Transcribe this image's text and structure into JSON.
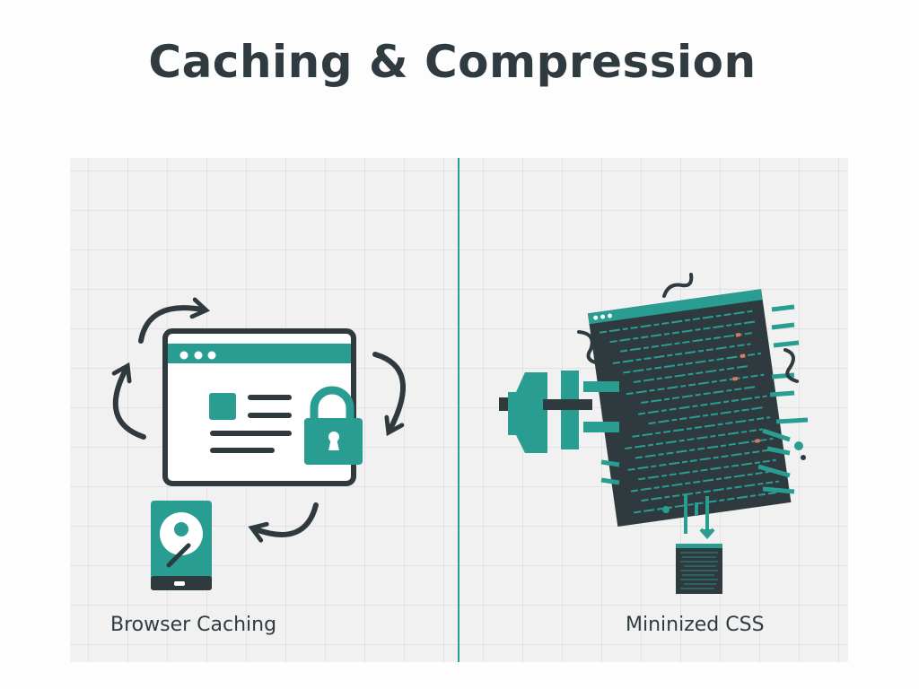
{
  "title": "Caching & Compression",
  "left_panel": {
    "label": "Browser Caching"
  },
  "right_panel": {
    "label": "Mininized CSS"
  },
  "colors": {
    "teal": "#2a9d92",
    "dark": "#2f3a3f",
    "text": "#2f3b40",
    "accent": "#e07a5f"
  }
}
